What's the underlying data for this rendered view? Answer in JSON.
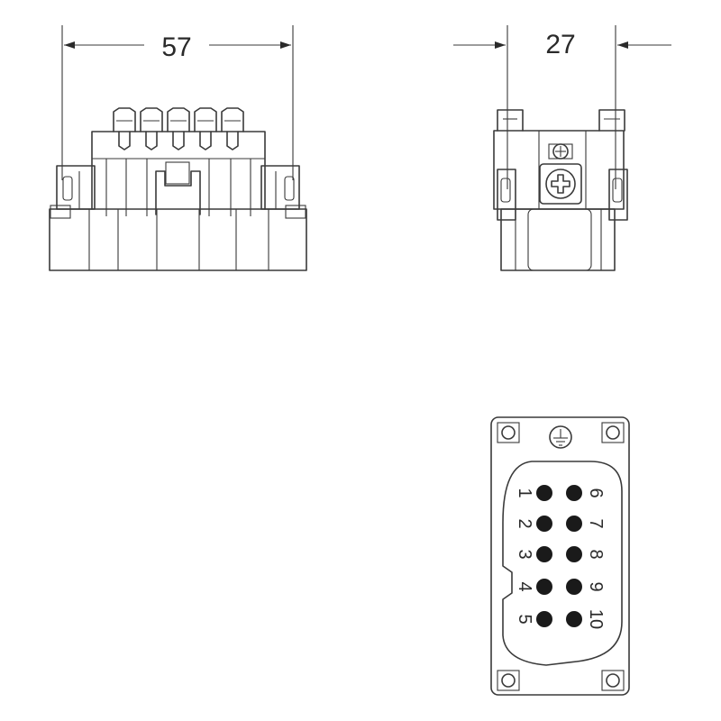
{
  "front_view": {
    "width_dimension": "57"
  },
  "side_view": {
    "depth_dimension": "27"
  },
  "pin_face": {
    "left_pins": [
      "1",
      "2",
      "3",
      "4",
      "5"
    ],
    "right_pins": [
      "6",
      "7",
      "8",
      "9",
      "10"
    ]
  },
  "colors": {
    "line": "#3a3a3a",
    "contact": "#1a1a1a"
  }
}
